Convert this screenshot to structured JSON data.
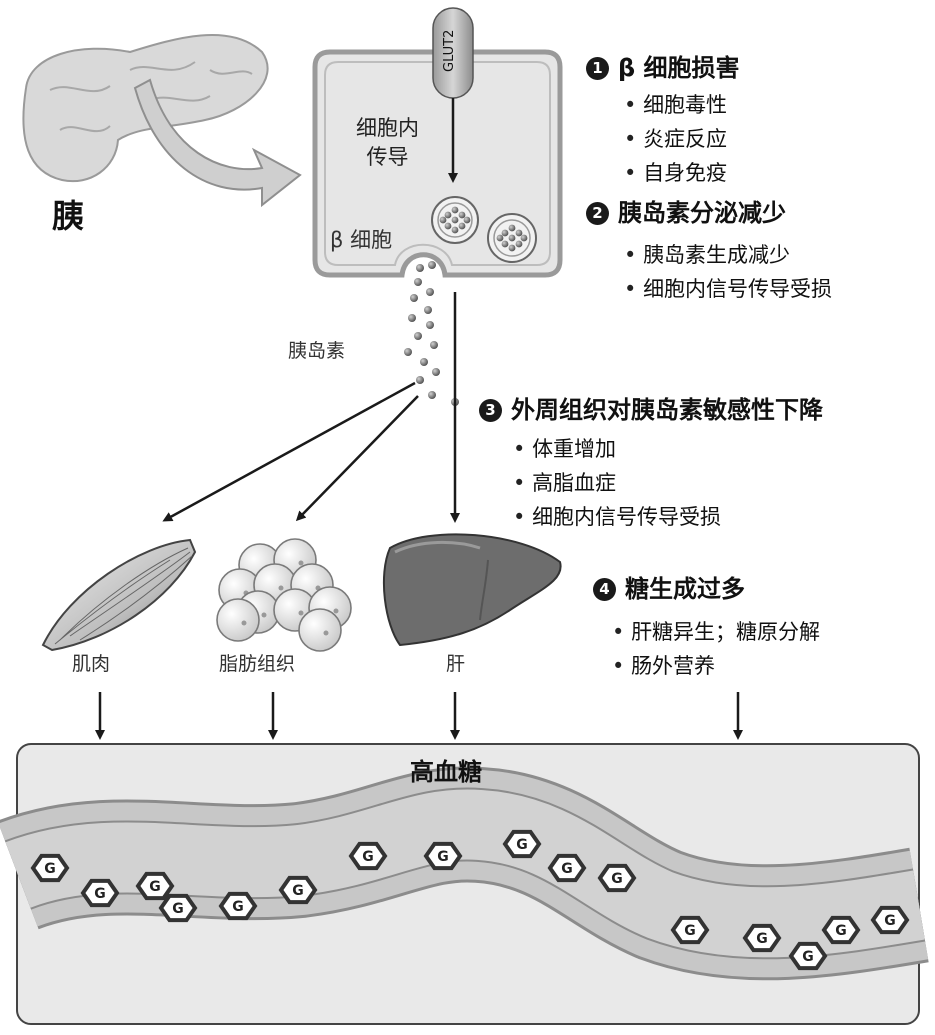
{
  "labels": {
    "pancreas": "胰",
    "cell_signaling": [
      "细胞内",
      "传导"
    ],
    "glut2": "GLUT2",
    "beta_cell": "β 细胞",
    "insulin": "胰岛素",
    "muscle": "肌肉",
    "adipose": "脂肪组织",
    "liver": "肝",
    "hyperglycemia": "高血糖",
    "glucose_marker": "G"
  },
  "factors": [
    {
      "number": "1",
      "title": "β 细胞损害",
      "items": [
        "细胞毒性",
        "炎症反应",
        "自身免疫"
      ]
    },
    {
      "number": "2",
      "title": "胰岛素分泌减少",
      "items": [
        "胰岛素生成减少",
        "细胞内信号传导受损"
      ]
    },
    {
      "number": "3",
      "title": "外周组织对胰岛素敏感性下降",
      "items": [
        "体重增加",
        "高脂血症",
        "细胞内信号传导受损"
      ]
    },
    {
      "number": "4",
      "title": "糖生成过多",
      "items": [
        "肝糖异生；糖原分解",
        "肠外营养"
      ]
    }
  ],
  "colors": {
    "cell_fill": "#e6e6e6",
    "cell_stroke": "#9a9a9a",
    "liver": "#6d6d6d",
    "vessel_wall": "#b9b9b9",
    "vessel_lumen": "#d2d2d2",
    "glucose_hex": "#333333",
    "panel_bg": "#e9e9e9"
  }
}
